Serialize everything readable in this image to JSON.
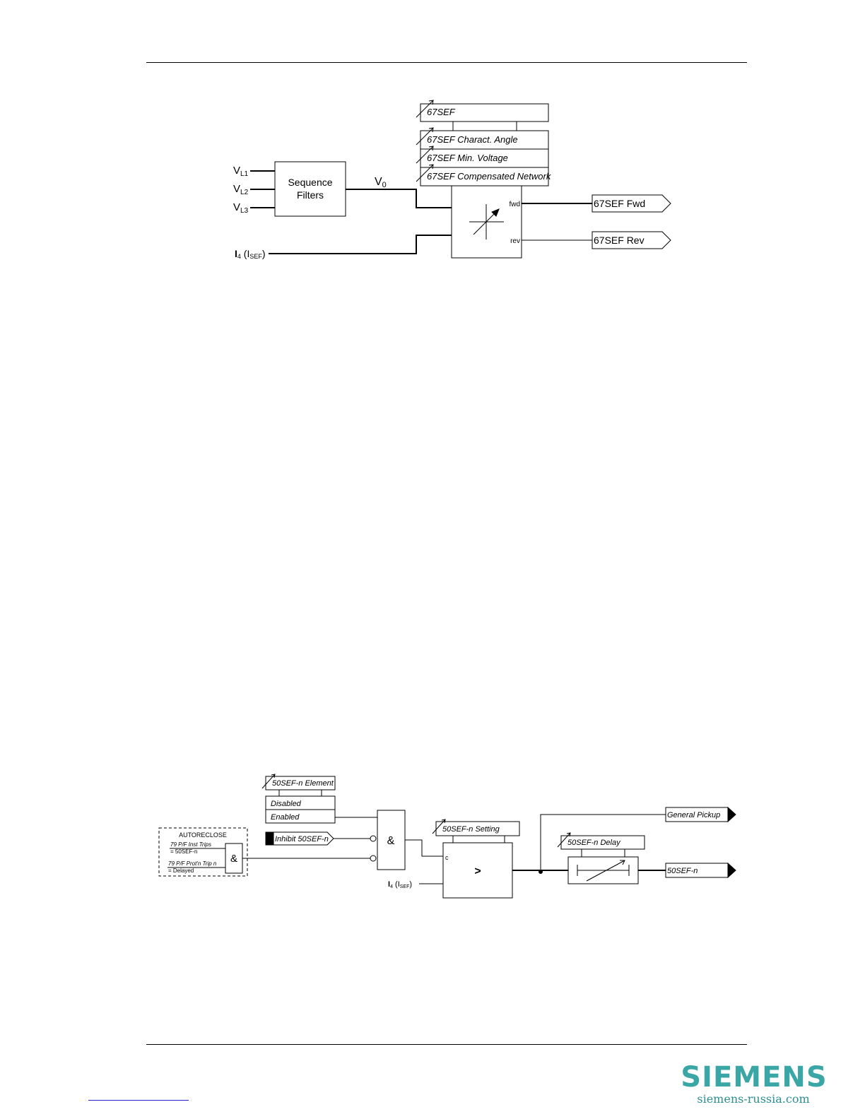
{
  "dir_diagram": {
    "setting_67sef": "67SEF",
    "settings": [
      "67SEF Charact. Angle",
      "67SEF Min. Voltage",
      "67SEF Compensated Network"
    ],
    "inputs": [
      {
        "main": "V",
        "sub": "L1"
      },
      {
        "main": "V",
        "sub": "L2"
      },
      {
        "main": "V",
        "sub": "L3"
      }
    ],
    "filter_line1": "Sequence",
    "filter_line2": "Filters",
    "v0_main": "V",
    "v0_sub": "0",
    "current_main": "I",
    "current_sub1": "4",
    "current_paren_open": " (I",
    "current_sub2": "SEF",
    "current_paren_close": ")",
    "port_fwd": "fwd",
    "port_rev": "rev",
    "out_fwd": "67SEF Fwd",
    "out_rev": "67SEF Rev"
  },
  "sef_diagram": {
    "element_setting": "50SEF-n Element",
    "opt_disabled": "Disabled",
    "opt_enabled": "Enabled",
    "inhibit": "Inhibit 50SEF-n",
    "and_gate": "&",
    "autoreclose_title": "AUTORECLOSE",
    "ar_line1": "79 P/F Inst Trips",
    "ar_line2": "= 50SEF-n",
    "ar_line3": "79 P/F Prot'n Trip n",
    "ar_line4": "= Delayed",
    "and_gate_small": "&",
    "setting": "50SEF-n Setting",
    "comparator_c": "c",
    "comparator": ">",
    "current_main": "I",
    "current_sub1": "4",
    "current_paren_open": " (I",
    "current_sub2": "SEF",
    "current_paren_close": ")",
    "delay_setting": "50SEF-n Delay",
    "out_pickup": "General Pickup",
    "out_trip": "50SEF-n"
  },
  "footer": {
    "logo": "SIEMENS",
    "site": "siemens-russia.com"
  }
}
